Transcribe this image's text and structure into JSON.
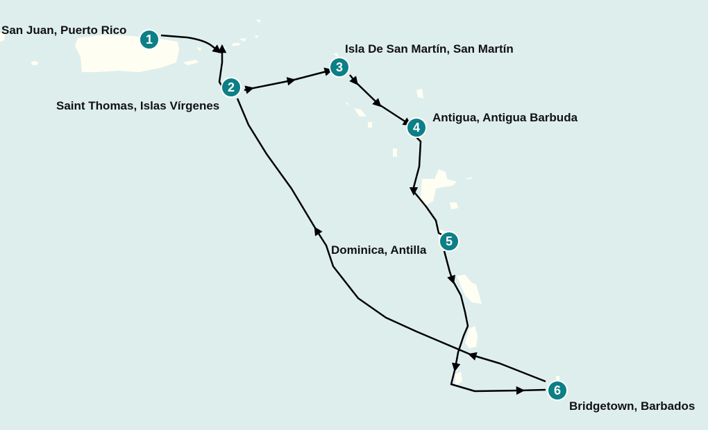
{
  "map": {
    "background_color": "#deeeed",
    "land_color": "#fefff2",
    "route_color": "#000000",
    "marker_color": "#0d7f86"
  },
  "stops": [
    {
      "number": "1",
      "name": "San Juan, Puerto Rico"
    },
    {
      "number": "2",
      "name": "Saint Thomas, Islas Vírgenes"
    },
    {
      "number": "3",
      "name": "Isla De San Martín, San Martín"
    },
    {
      "number": "4",
      "name": "Antigua, Antigua Barbuda"
    },
    {
      "number": "5",
      "name": "Dominica, Antilla"
    },
    {
      "number": "6",
      "name": "Bridgetown, Barbados"
    }
  ]
}
